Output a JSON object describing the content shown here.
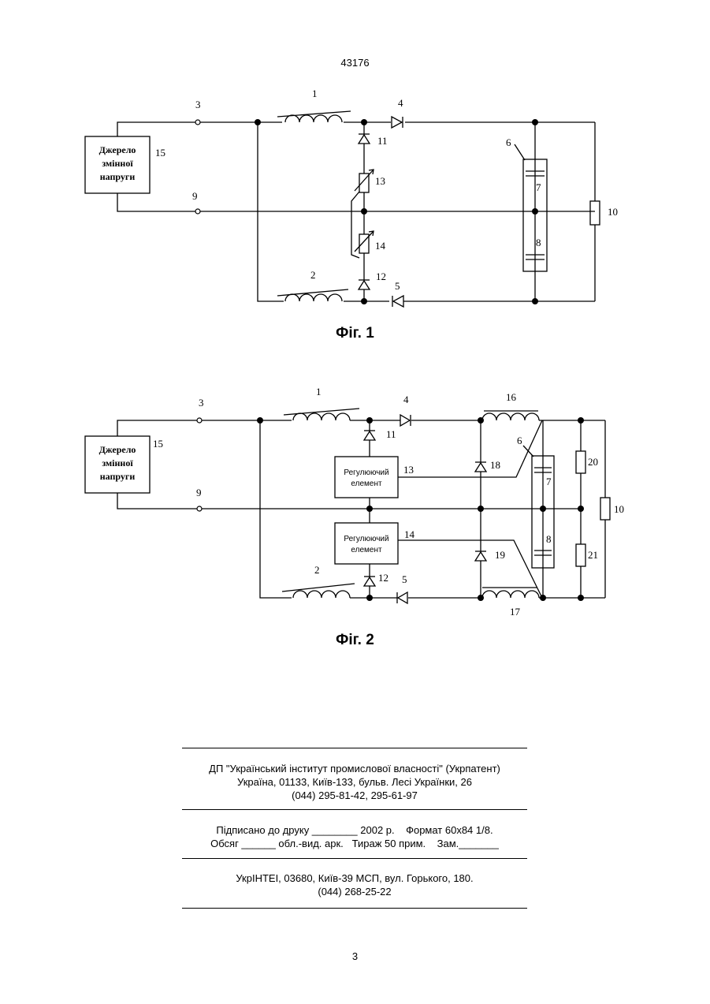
{
  "header": {
    "doc_number": "43176"
  },
  "figure1": {
    "caption": "Фіг. 1",
    "source_label": [
      "Джерело",
      "змінної",
      "напруги"
    ],
    "labels": [
      "1",
      "2",
      "3",
      "4",
      "5",
      "6",
      "7",
      "8",
      "9",
      "10",
      "11",
      "12",
      "13",
      "14",
      "15"
    ]
  },
  "figure2": {
    "caption": "Фіг. 2",
    "source_label": [
      "Джерело",
      "змінної",
      "напруги"
    ],
    "regulator_label": [
      "Регулюючий",
      "елемент"
    ],
    "labels": [
      "1",
      "2",
      "3",
      "4",
      "5",
      "6",
      "7",
      "8",
      "9",
      "10",
      "11",
      "12",
      "13",
      "14",
      "15",
      "16",
      "17",
      "18",
      "19",
      "20",
      "21"
    ]
  },
  "imprint": {
    "block1": [
      "ДП \"Український інститут промислової власності\" (Укрпатент)",
      "Україна, 01133, Київ-133, бульв. Лесі Українки, 26",
      "(044) 295-81-42, 295-61-97"
    ],
    "block2": [
      "Підписано до друку ________ 2002 р.    Формат 60х84 1/8.",
      "Обсяг ______ обл.-вид. арк.   Тираж 50 прим.    Зам._______"
    ],
    "block3": [
      "УкрІНТЕІ, 03680, Київ-39 МСП, вул. Горького, 180.",
      "(044) 268-25-22"
    ]
  },
  "footer": {
    "page_number": "3"
  }
}
